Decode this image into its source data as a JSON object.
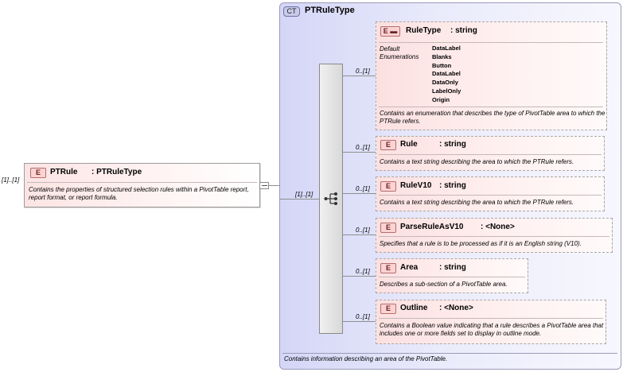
{
  "root": {
    "multiplicity": "[1]..[1]",
    "badge": "E",
    "name": "PTRule",
    "type": ": PTRuleType",
    "description": "Contains the properties of structured selection rules within a PivotTable report, report format, or report formula."
  },
  "complex_type": {
    "badge": "CT",
    "name": "PTRuleType",
    "description": "Contains information describing an area of the PivotTable.",
    "sequence_multiplicity": "[1]..[1]"
  },
  "elements": [
    {
      "multiplicity": "0..[1]",
      "badge": "E",
      "name": "RuleType",
      "type": ": string",
      "default_label": "Default",
      "enumerations_label": "Enumerations",
      "default_value": "DataLabel",
      "enumerations": [
        "Blanks",
        "Button",
        "DataLabel",
        "DataOnly",
        "LabelOnly",
        "Origin"
      ],
      "description": "Contains an enumeration that describes the type of PivotTable area to which the PTRule refers."
    },
    {
      "multiplicity": "0..[1]",
      "badge": "E",
      "name": "Rule",
      "type": ": string",
      "description": "Contains a text string describing the area to which the PTRule refers."
    },
    {
      "multiplicity": "0..[1]",
      "badge": "E",
      "name": "RuleV10",
      "type": ": string",
      "description": "Contains a text string describing the area to which the PTRule refers."
    },
    {
      "multiplicity": "0..[1]",
      "badge": "E",
      "name": "ParseRuleAsV10",
      "type": ": <None>",
      "description": "Specifies that a rule is to be processed as if it is an English string (V10)."
    },
    {
      "multiplicity": "0..[1]",
      "badge": "E",
      "name": "Area",
      "type": ": string",
      "description": "Describes a sub-section of a PivotTable area."
    },
    {
      "multiplicity": "0..[1]",
      "badge": "E",
      "name": "Outline",
      "type": ": <None>",
      "description": "Contains a Boolean value indicating that a rule describes a PivotTable area that includes one or more fields set to display in outline mode."
    }
  ]
}
